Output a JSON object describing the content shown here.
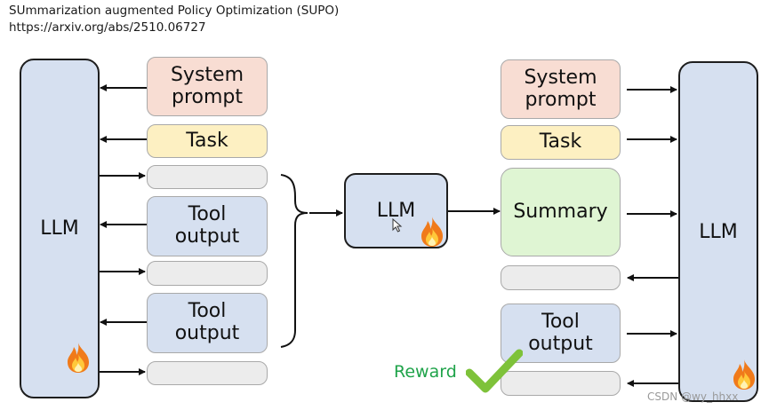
{
  "header": {
    "title": "SUmmarization augmented Policy Optimization (SUPO)",
    "url": "https://arxiv.org/abs/2510.06727"
  },
  "left": {
    "llm_label": "LLM",
    "system_prompt": "System\nprompt",
    "task": "Task",
    "tool_output_1": "Tool\noutput",
    "tool_output_2": "Tool\noutput"
  },
  "middle": {
    "llm_label": "LLM"
  },
  "right": {
    "llm_label": "LLM",
    "system_prompt": "System\nprompt",
    "task": "Task",
    "summary": "Summary",
    "tool_output": "Tool\noutput",
    "reward_label": "Reward"
  },
  "watermark": "CSDN @wy_hhxx",
  "colors": {
    "system_prompt": "#f8ddd3",
    "task": "#fdf0c2",
    "tool_output": "#d6e0f0",
    "summary": "#dff5d3",
    "empty_slot": "#ececec",
    "reward": "#1fa34a",
    "checkmark": "#7ec23a"
  },
  "icons": [
    "flame-icon",
    "checkmark-icon"
  ]
}
